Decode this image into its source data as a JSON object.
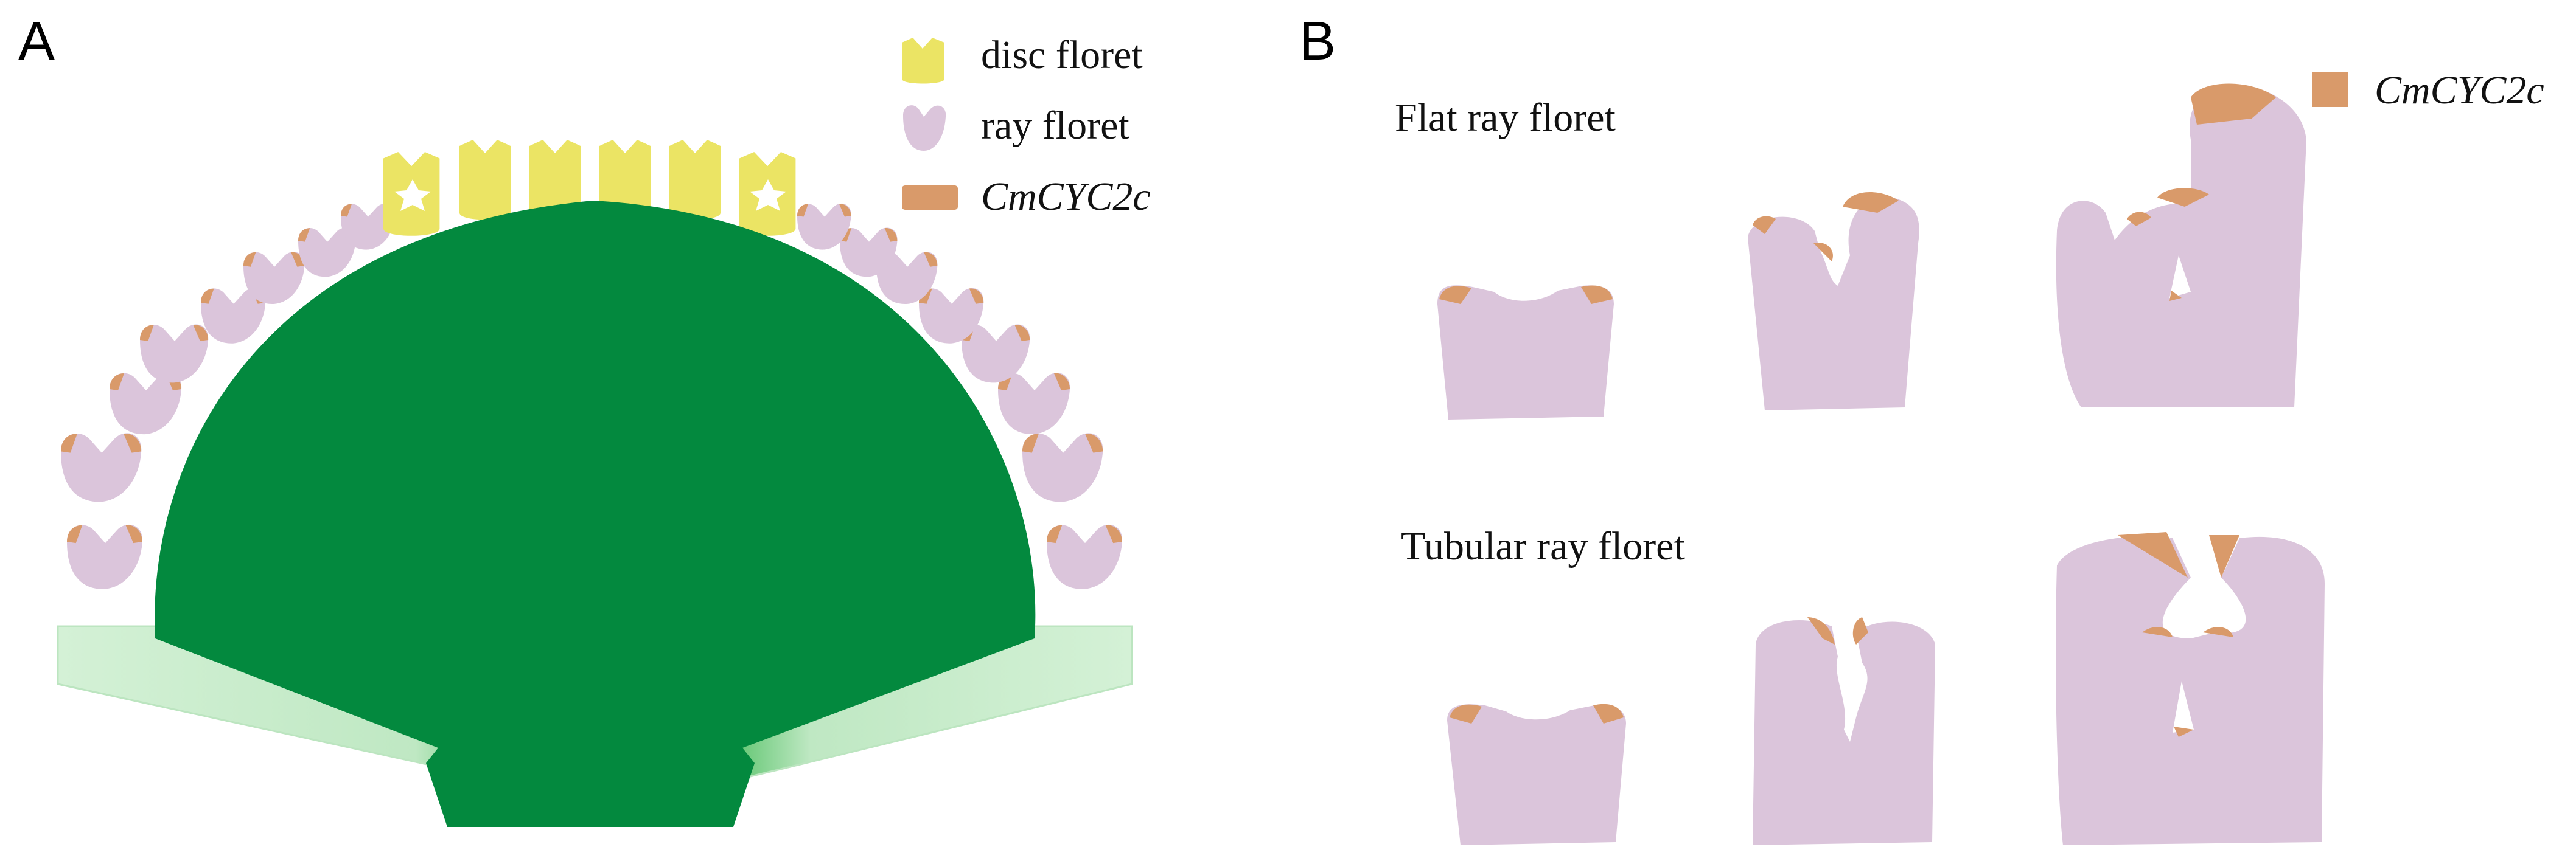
{
  "panels": {
    "a_label": "A",
    "b_label": "B"
  },
  "legend_a": {
    "disc": "disc floret",
    "ray": "ray floret",
    "gene": "CmCYC2c"
  },
  "legend_b": {
    "gene": "CmCYC2c"
  },
  "captions": {
    "flat": "Flat ray floret",
    "tubular": "Tubular ray floret"
  },
  "colors": {
    "receptacle": "#03893e",
    "bract": "#c6ecca",
    "disc_floret": "#ebe464",
    "ray_floret": "#dbc5db",
    "gene_expression": "#d99a6a"
  }
}
